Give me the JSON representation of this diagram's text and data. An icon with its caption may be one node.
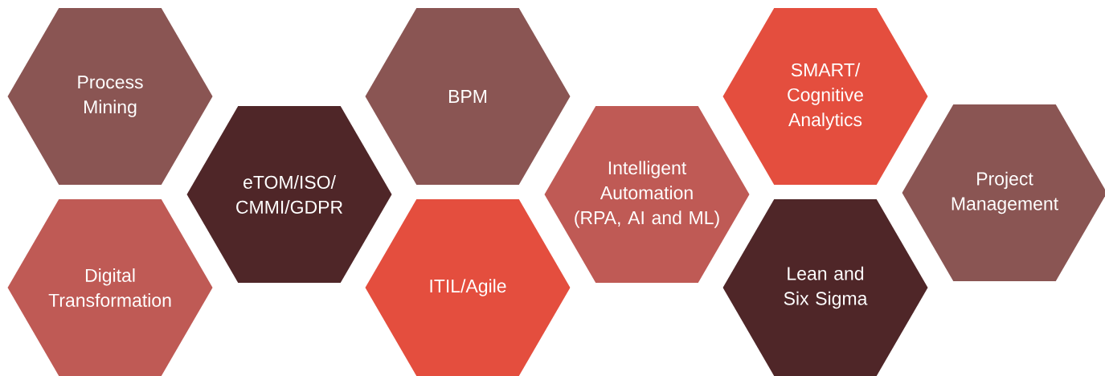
{
  "diagram": {
    "nodes": [
      {
        "text": [
          "Process Mining"
        ]
      },
      {
        "text": [
          "Digital Transformation"
        ]
      },
      {
        "text": [
          "eTOM/ISO/ CMMI/GDPR"
        ]
      },
      {
        "text": [
          "BPM"
        ]
      },
      {
        "text": [
          "ITIL/Agile"
        ]
      },
      {
        "text": [
          "Intelligent Automation (RPA, AI and ML)"
        ]
      },
      {
        "text": [
          "SMART/ Cognitive Analytics"
        ]
      },
      {
        "text": [
          "Lean and Six Sigma"
        ]
      },
      {
        "text": [
          "Project Management"
        ]
      }
    ]
  }
}
